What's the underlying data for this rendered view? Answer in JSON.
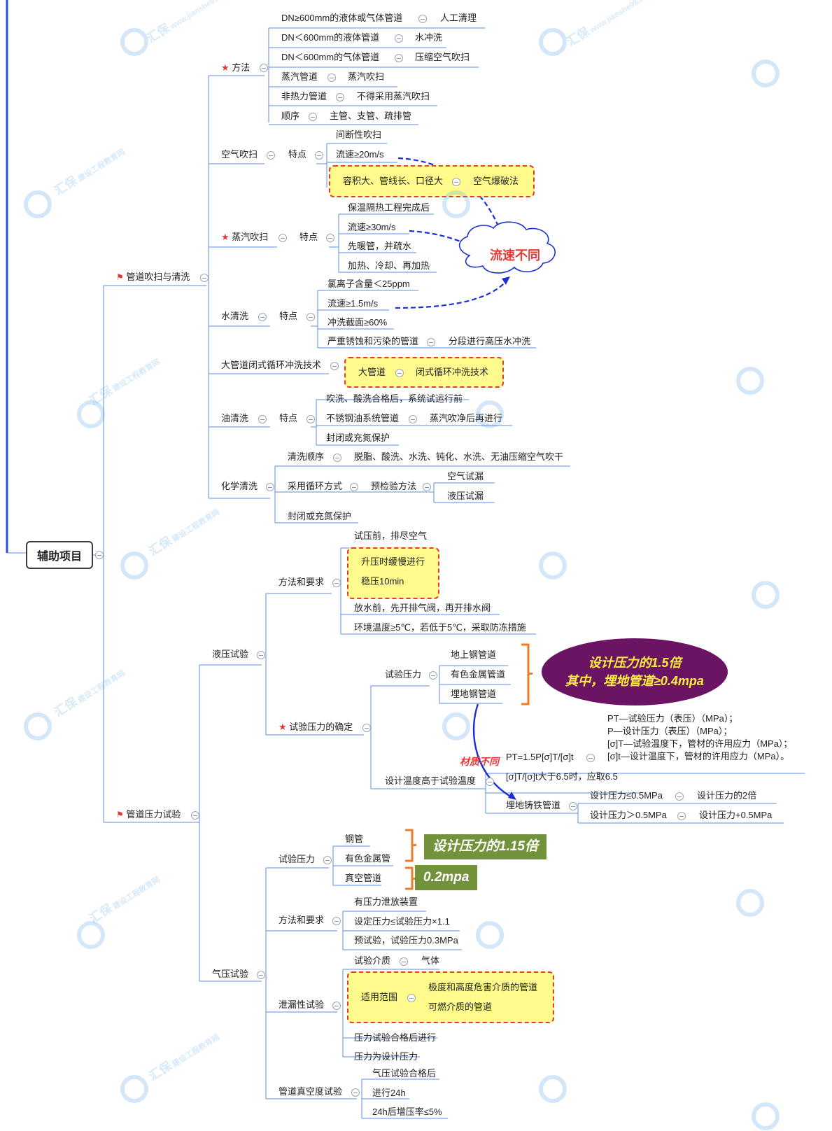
{
  "root": "辅助项目",
  "branch1": {
    "title": "管道吹扫与清洗",
    "method": {
      "title": "方法",
      "rows": [
        [
          "DN≥600mm的液体或气体管道",
          "人工清理"
        ],
        [
          "DN＜600mm的液体管道",
          "水冲洗"
        ],
        [
          "DN＜600mm的气体管道",
          "压缩空气吹扫"
        ],
        [
          "蒸汽管道",
          "蒸汽吹扫"
        ],
        [
          "非热力管道",
          "不得采用蒸汽吹扫"
        ],
        [
          "顺序",
          "主管、支管、疏排管"
        ]
      ]
    },
    "air": {
      "title": "空气吹扫",
      "feature": "特点",
      "items": [
        "间断性吹扫",
        "流速≥20m/s"
      ],
      "hl_left": "容积大、管线长、口径大",
      "hl_right": "空气爆破法"
    },
    "steam": {
      "title": "蒸汽吹扫",
      "feature": "特点",
      "items": [
        "保温隔热工程完成后",
        "流速≥30m/s",
        "先暖管，并疏水",
        "加热、冷却、再加热"
      ]
    },
    "cloud": "流速不同",
    "water": {
      "title": "水清洗",
      "feature": "特点",
      "items": [
        "氯离子含量＜25ppm",
        "流速≥1.5m/s",
        "冲洗截面≥60%",
        "严重锈蚀和污染的管道"
      ],
      "extra": "分段进行高压水冲洗"
    },
    "big": {
      "title": "大管道闭式循环冲洗技术",
      "left": "大管道",
      "right": "闭式循环冲洗技术"
    },
    "oil": {
      "title": "油清洗",
      "feature": "特点",
      "items": [
        "吹洗、酸洗合格后，系统试运行前",
        "不锈钢油系统管道",
        "封闭或充氮保护"
      ],
      "extra": "蒸汽吹净后再进行"
    },
    "chem": {
      "title": "化学清洗",
      "order": "清洗顺序",
      "order_val": "脱脂、酸洗、水洗、钝化、水洗、无油压缩空气吹干",
      "circ": "采用循环方式",
      "precheck": "预检验方法",
      "tests": [
        "空气试漏",
        "液压试漏"
      ],
      "seal": "封闭或充氮保护"
    }
  },
  "branch2": {
    "title": "管道压力试验",
    "hydro": {
      "title": "液压试验",
      "method": "方法和要求",
      "items": [
        "试压前，排尽空气",
        "升压时缓慢进行",
        "稳压10min",
        "放水前，先开排气阀，再开排水阀",
        "环境温度≥5℃，若低于5℃，采取防冻措施"
      ],
      "determine": "试验压力的确定",
      "test_pressure": "试验压力",
      "pipes": [
        "地上钢管道",
        "有色金属管道",
        "埋地钢管道"
      ],
      "ellipse": [
        "设计压力的1.5倍",
        "其中，埋地管道≥0.4mpa"
      ],
      "formula": "PT=1.5P[σ]T/[σ]t",
      "defs": [
        "PT—试验压力（表压）（MPa）；",
        "P—设计压力（表压）（MPa）；",
        "[σ]T—试验温度下，管材的许用应力（MPa）；",
        "[σ]t—设计温度下，管材的许用应力（MPa）。"
      ],
      "highT": "设计温度高于试验温度",
      "ratio": "[σ]T/[σ]t大于6.5时，应取6.5",
      "diff_label": "材质不同",
      "castiron": "埋地铸铁管道",
      "ci_rows": [
        [
          "设计压力≤0.5MPa",
          "设计压力的2倍"
        ],
        [
          "设计压力＞0.5MPa",
          "设计压力+0.5MPa"
        ]
      ]
    },
    "gas": {
      "title": "气压试验",
      "test_pressure": "试验压力",
      "pipes": [
        "钢管",
        "有色金属管",
        "真空管道"
      ],
      "green1": "设计压力的1.15倍",
      "green2": "0.2mpa",
      "method": "方法和要求",
      "m_items": [
        "有压力泄放装置",
        "设定压力≤试验压力×1.1",
        "预试验，试验压力0.3MPa"
      ],
      "leak": "泄漏性试验",
      "medium": "试验介质",
      "medium_val": "气体",
      "scope": "适用范围",
      "scope_items": [
        "极度和高度危害介质的管道",
        "可燃介质的管道"
      ],
      "leak_items": [
        "压力试验合格后进行",
        "压力为设计压力"
      ],
      "vacuum": "管道真空度试验",
      "v_items": [
        "气压试验合格后",
        "进行24h",
        "24h后增压率≤5%"
      ]
    }
  },
  "watermark": {
    "cn": "汇保",
    "cn2": "建设工程教育网",
    "url": "www.jianshe99.com"
  },
  "colors": {
    "line": "#5b8ee6",
    "accent_red": "#e53935",
    "dashed_arrow": "#1a2fd6",
    "ellipse": "#6b1463",
    "green": "#72933b",
    "highlight": "#fffb8c"
  }
}
